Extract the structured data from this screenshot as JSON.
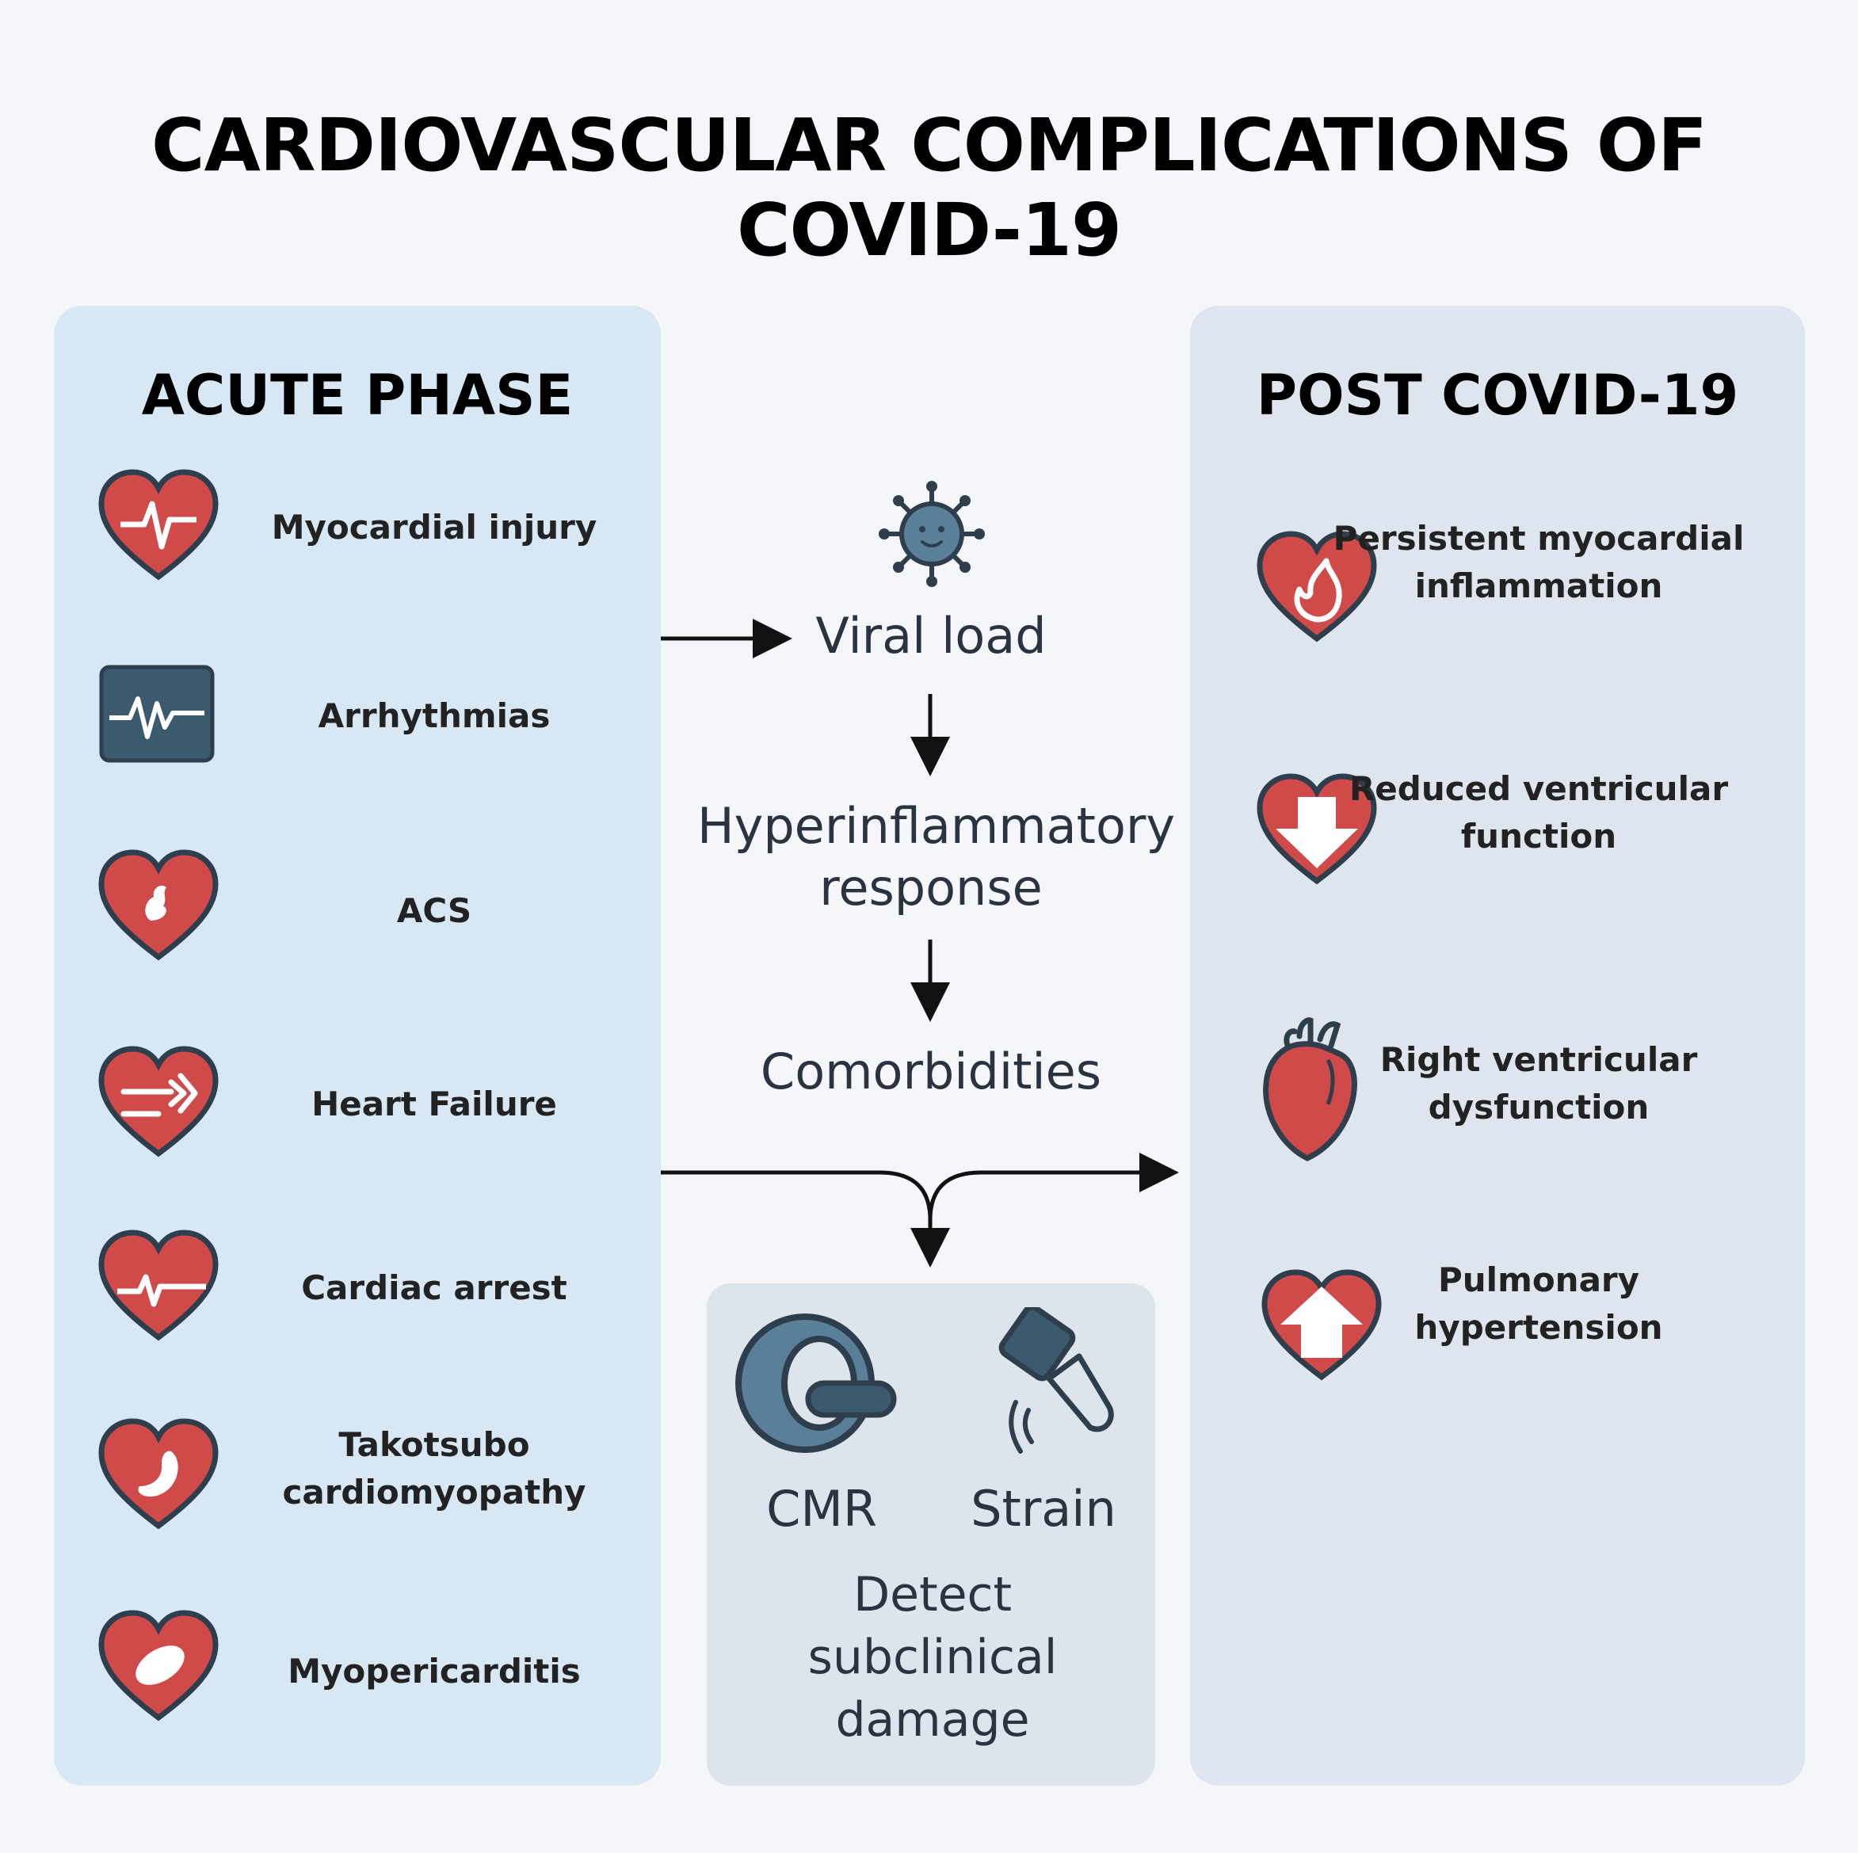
{
  "title": "CARDIOVASCULAR COMPLICATIONS OF COVID-19",
  "acute": {
    "title": "ACUTE PHASE",
    "items": [
      {
        "label": "Myocardial injury",
        "icon": "heart-ecg-icon"
      },
      {
        "label": "Arrhythmias",
        "icon": "monitor-ecg-icon"
      },
      {
        "label": "ACS",
        "icon": "heart-clot-icon"
      },
      {
        "label": "Heart Failure",
        "icon": "heart-arrows-icon"
      },
      {
        "label": "Cardiac arrest",
        "icon": "heart-flatline-icon"
      },
      {
        "label": "Takotsubo cardiomyopathy",
        "icon": "heart-balloon-icon"
      },
      {
        "label": "Myopericarditis",
        "icon": "heart-inflamed-icon"
      }
    ]
  },
  "flow": {
    "virus_icon": "virus-icon",
    "viral_load": "Viral load",
    "hyperinflammatory": "Hyperinflammatory response",
    "comorbidities": "Comorbidities"
  },
  "detect": {
    "cmr_label": "CMR",
    "strain_label": "Strain",
    "caption": "Detect subclinical damage",
    "cmr_icon": "mri-scanner-icon",
    "strain_icon": "ultrasound-probe-icon"
  },
  "post": {
    "title": "POST COVID-19",
    "items": [
      {
        "label": "Persistent myocardial inflammation",
        "icon": "heart-flame-icon"
      },
      {
        "label": "Reduced ventricular function",
        "icon": "heart-down-arrow-icon"
      },
      {
        "label": "Right ventricular dysfunction",
        "icon": "anatomical-heart-icon"
      },
      {
        "label": "Pulmonary hypertension",
        "icon": "heart-up-arrow-icon"
      }
    ]
  },
  "colors": {
    "heart": "#d04a4a",
    "outline": "#2e3e4c",
    "monitor": "#3c5a6e",
    "virus": "#5a7f98"
  }
}
